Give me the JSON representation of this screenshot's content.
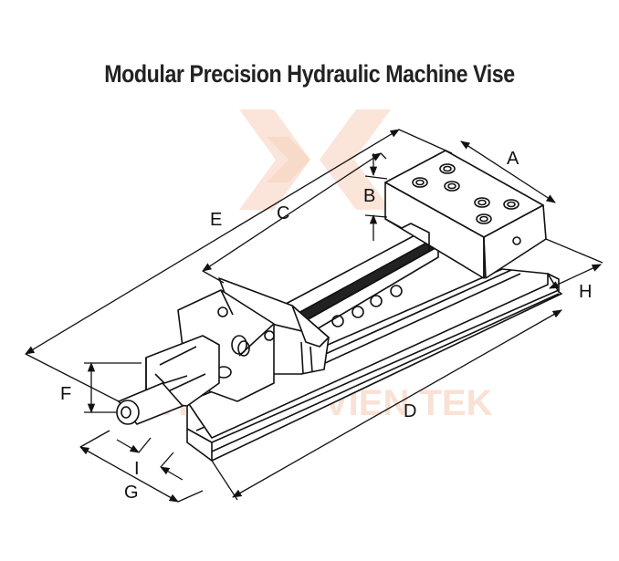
{
  "title": "Modular Precision Hydraulic Machine Vise",
  "watermark": "THUONG VIEN TEK",
  "dimensions": [
    {
      "id": "A",
      "label": "A"
    },
    {
      "id": "B",
      "label": "B"
    },
    {
      "id": "C",
      "label": "C"
    },
    {
      "id": "D",
      "label": "D"
    },
    {
      "id": "E",
      "label": "E"
    },
    {
      "id": "F",
      "label": "F"
    },
    {
      "id": "G",
      "label": "G"
    },
    {
      "id": "H",
      "label": "H"
    },
    {
      "id": "I",
      "label": "I"
    }
  ],
  "colors": {
    "ink": "#111111",
    "watermark": "#f6cdb9"
  }
}
